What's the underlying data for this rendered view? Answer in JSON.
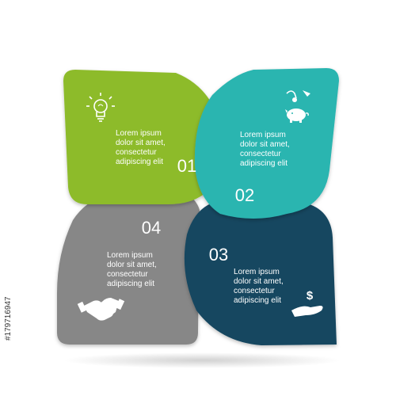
{
  "colors": {
    "petal_01": "#8dbb2b",
    "petal_02": "#2bb5b0",
    "petal_03": "#164760",
    "petal_04": "#878787",
    "text": "#ffffff"
  },
  "petals": [
    {
      "number": "01",
      "icon": "lightbulb-icon",
      "text": [
        "Lorem ipsum",
        "dolor sit amet,",
        "consectetur",
        "adipiscing elit"
      ]
    },
    {
      "number": "02",
      "icon": "piggy-bank-icon",
      "text": [
        "Lorem ipsum",
        "dolor sit amet,",
        "consectetur",
        "adipiscing elit"
      ]
    },
    {
      "number": "03",
      "icon": "dollar-hand-icon",
      "text": [
        "Lorem ipsum",
        "dolor sit amet,",
        "consectetur",
        "adipiscing elit"
      ]
    },
    {
      "number": "04",
      "icon": "handshake-icon",
      "text": [
        "Lorem ipsum",
        "dolor sit amet,",
        "consectetur",
        "adipiscing elit"
      ]
    }
  ],
  "stock_id": "#179716947"
}
